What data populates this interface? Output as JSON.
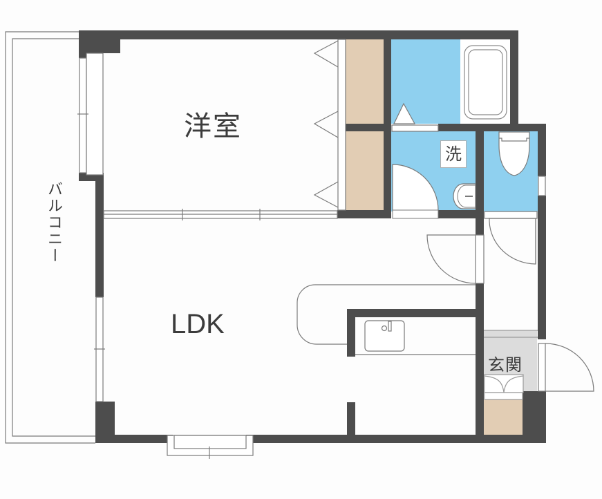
{
  "floor_plan": {
    "title": "",
    "rooms": [
      {
        "id": "western-room",
        "label": "洋室",
        "type": "bedroom"
      },
      {
        "id": "ldk",
        "label": "LDK",
        "type": "living-dining-kitchen"
      },
      {
        "id": "balcony",
        "label": "バルコニー",
        "type": "balcony"
      },
      {
        "id": "washroom",
        "label": "洗",
        "type": "washroom"
      },
      {
        "id": "entrance",
        "label": "玄関",
        "type": "entrance"
      },
      {
        "id": "bathroom",
        "label": "",
        "type": "bathroom"
      },
      {
        "id": "toilet",
        "label": "",
        "type": "toilet"
      },
      {
        "id": "closet",
        "label": "",
        "type": "closet"
      },
      {
        "id": "shoe-storage",
        "label": "",
        "type": "storage"
      }
    ],
    "colors": {
      "wall": "#4d4d4d",
      "wet_area": "#8fd0ef",
      "storage": "#e2cdb4",
      "entrance_floor": "#dcdcdc",
      "line": "#7a7a7a",
      "background": "#fdfdfd",
      "text": "#3c3c3c"
    }
  }
}
